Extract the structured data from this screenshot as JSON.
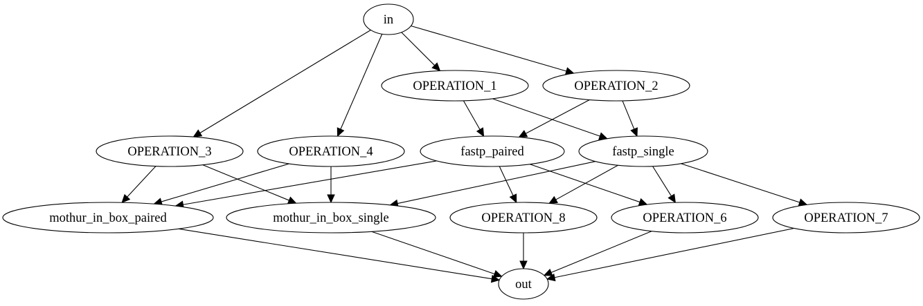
{
  "nodes": [
    {
      "id": "in",
      "label": "in"
    },
    {
      "id": "op1",
      "label": "OPERATION_1"
    },
    {
      "id": "op2",
      "label": "OPERATION_2"
    },
    {
      "id": "op3",
      "label": "OPERATION_3"
    },
    {
      "id": "op4",
      "label": "OPERATION_4"
    },
    {
      "id": "fastp_paired",
      "label": "fastp_paired"
    },
    {
      "id": "fastp_single",
      "label": "fastp_single"
    },
    {
      "id": "mothur_in_box_paired",
      "label": "mothur_in_box_paired"
    },
    {
      "id": "mothur_in_box_single",
      "label": "mothur_in_box_single"
    },
    {
      "id": "op8",
      "label": "OPERATION_8"
    },
    {
      "id": "op6",
      "label": "OPERATION_6"
    },
    {
      "id": "op7",
      "label": "OPERATION_7"
    },
    {
      "id": "out",
      "label": "out"
    }
  ],
  "edges": [
    {
      "from": "in",
      "to": "op1"
    },
    {
      "from": "in",
      "to": "op2"
    },
    {
      "from": "in",
      "to": "op3"
    },
    {
      "from": "in",
      "to": "op4"
    },
    {
      "from": "op1",
      "to": "fastp_paired"
    },
    {
      "from": "op1",
      "to": "fastp_single"
    },
    {
      "from": "op2",
      "to": "fastp_paired"
    },
    {
      "from": "op2",
      "to": "fastp_single"
    },
    {
      "from": "op3",
      "to": "mothur_in_box_paired"
    },
    {
      "from": "op3",
      "to": "mothur_in_box_single"
    },
    {
      "from": "op4",
      "to": "mothur_in_box_paired"
    },
    {
      "from": "op4",
      "to": "mothur_in_box_single"
    },
    {
      "from": "fastp_paired",
      "to": "mothur_in_box_paired"
    },
    {
      "from": "fastp_paired",
      "to": "op8"
    },
    {
      "from": "fastp_paired",
      "to": "op6"
    },
    {
      "from": "fastp_single",
      "to": "mothur_in_box_single"
    },
    {
      "from": "fastp_single",
      "to": "op8"
    },
    {
      "from": "fastp_single",
      "to": "op6"
    },
    {
      "from": "fastp_single",
      "to": "op7"
    },
    {
      "from": "mothur_in_box_paired",
      "to": "out"
    },
    {
      "from": "mothur_in_box_single",
      "to": "out"
    },
    {
      "from": "op8",
      "to": "out"
    },
    {
      "from": "op6",
      "to": "out"
    },
    {
      "from": "op7",
      "to": "out"
    }
  ]
}
